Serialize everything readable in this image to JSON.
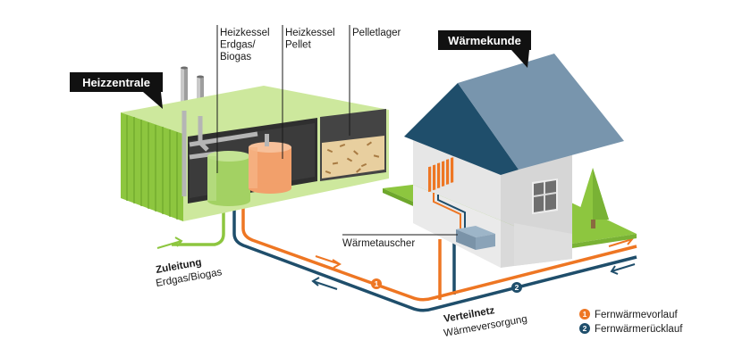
{
  "callouts": {
    "heizzentrale": "Heizzentrale",
    "waermekunde": "Wärmekunde"
  },
  "plant_labels": {
    "gas_boiler": [
      "Heizkessel",
      "Erdgas/",
      "Biogas"
    ],
    "pellet_boiler": [
      "Heizkessel",
      "Pellet"
    ],
    "pellet_store": "Pelletlager"
  },
  "heat_exchanger": "Wärmetauscher",
  "supply": {
    "title": "Zuleitung",
    "subtitle": "Erdgas/Biogas"
  },
  "network": {
    "title": "Verteilnetz",
    "subtitle": "Wärmeversorgung"
  },
  "legend": [
    {
      "number": "1",
      "label": "Fernwärmevorlauf",
      "color": "#ee7623"
    },
    {
      "number": "2",
      "label": "Fernwärmerücklauf",
      "color": "#1f4e6b"
    }
  ],
  "colors": {
    "green": "#8dc63f",
    "light_green": "#cde89d",
    "orange": "#ee7623",
    "dark_blue": "#1f4e6b",
    "roof": "#7895ad",
    "wall": "#e6e6e6"
  }
}
